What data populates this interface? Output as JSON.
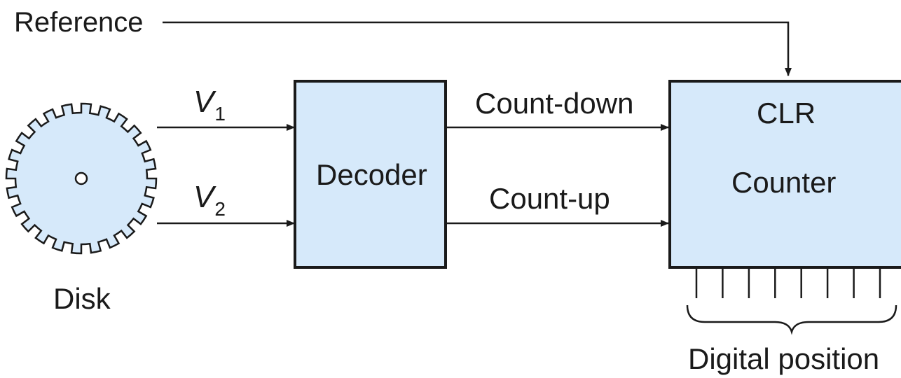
{
  "diagram": {
    "colors": {
      "fill": "#d6e9fa",
      "stroke": "#1a1a1a",
      "background": "#ffffff"
    },
    "labels": {
      "reference": "Reference",
      "v1_letter": "V",
      "v1_sub": "1",
      "v2_letter": "V",
      "v2_sub": "2",
      "decoder": "Decoder",
      "count_down": "Count-down",
      "count_up": "Count-up",
      "clr": "CLR",
      "counter": "Counter",
      "disk": "Disk",
      "digital_position": "Digital position"
    },
    "disk": {
      "teeth": 24
    },
    "counter": {
      "output_lines": 8
    }
  }
}
